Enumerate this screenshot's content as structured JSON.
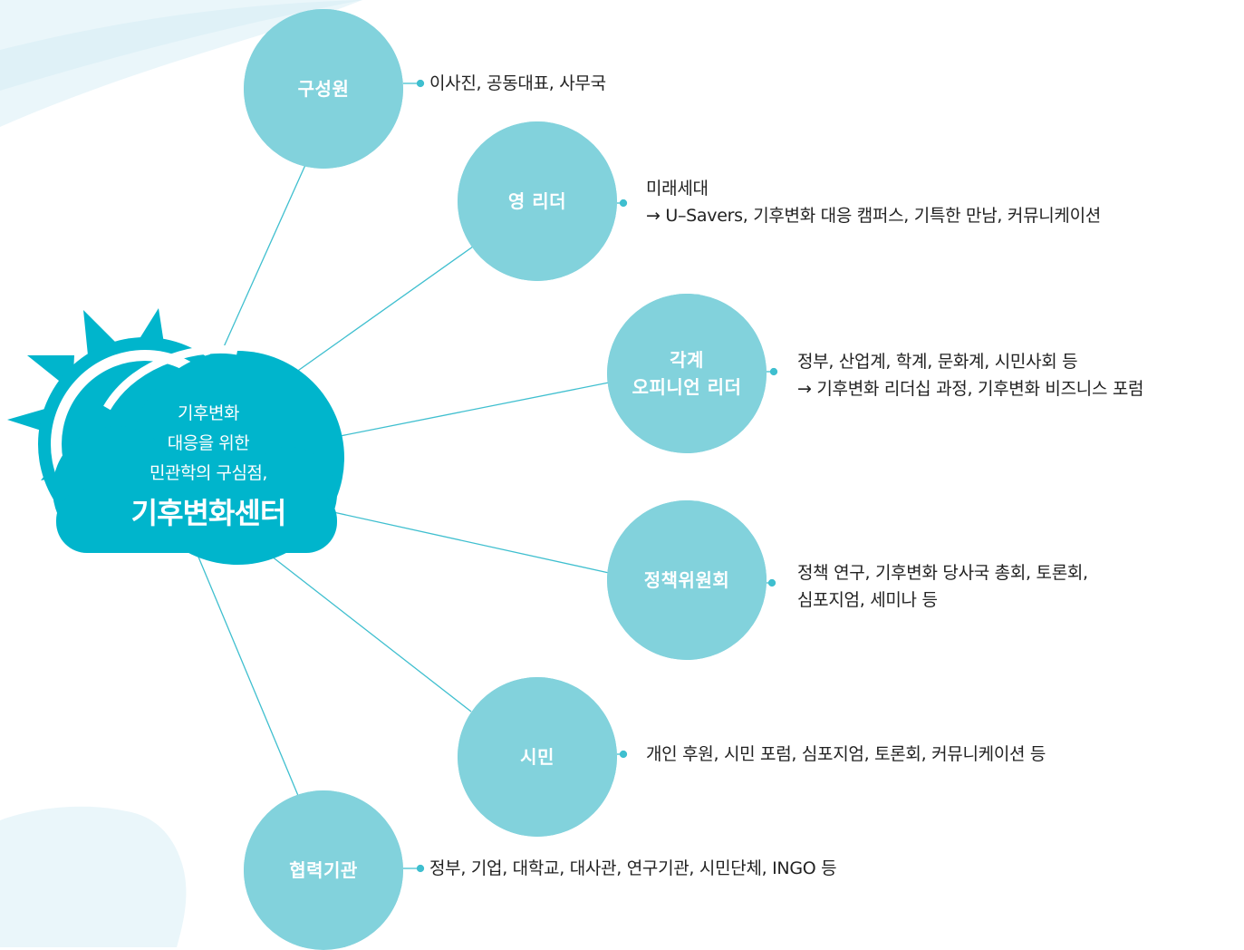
{
  "center": {
    "line1": "기후변화",
    "line2": "대응을 위한",
    "line3": "민관학의 구심점,",
    "title": "기후변화센터"
  },
  "nodes": [
    {
      "id": "members",
      "label1": "구성원",
      "label2": "",
      "desc1": "이사진, 공동대표, 사무국",
      "desc2": ""
    },
    {
      "id": "young-leaders",
      "label1": "영 리더",
      "label2": "",
      "desc1": "미래세대",
      "desc2": "→ U–Savers, 기후변화 대응 캠퍼스, 기특한 만남, 커뮤니케이션"
    },
    {
      "id": "opinion-leaders",
      "label1": "각계",
      "label2": "오피니언 리더",
      "desc1": "정부, 산업계, 학계, 문화계, 시민사회 등",
      "desc2": "→ 기후변화 리더십 과정, 기후변화 비즈니스 포럼"
    },
    {
      "id": "policy-committee",
      "label1": "정책위원회",
      "label2": "",
      "desc1": "정책 연구, 기후변화 당사국 총회, 토론회,",
      "desc2": "심포지엄, 세미나 등"
    },
    {
      "id": "citizens",
      "label1": "시민",
      "label2": "",
      "desc1": "개인 후원, 시민 포럼, 심포지엄, 토론회, 커뮤니케이션 등",
      "desc2": ""
    },
    {
      "id": "partners",
      "label1": "협력기관",
      "label2": "",
      "desc1": "정부, 기업, 대학교, 대사관, 연구기관, 시민단체, INGO 등",
      "desc2": ""
    }
  ],
  "colors": {
    "cloud": "#00b5cc",
    "sun": "#00b5cc",
    "node": "#82d2dc",
    "connector": "#3fbfcf",
    "background_shape": "#eaf6fa",
    "text": "#222222"
  }
}
